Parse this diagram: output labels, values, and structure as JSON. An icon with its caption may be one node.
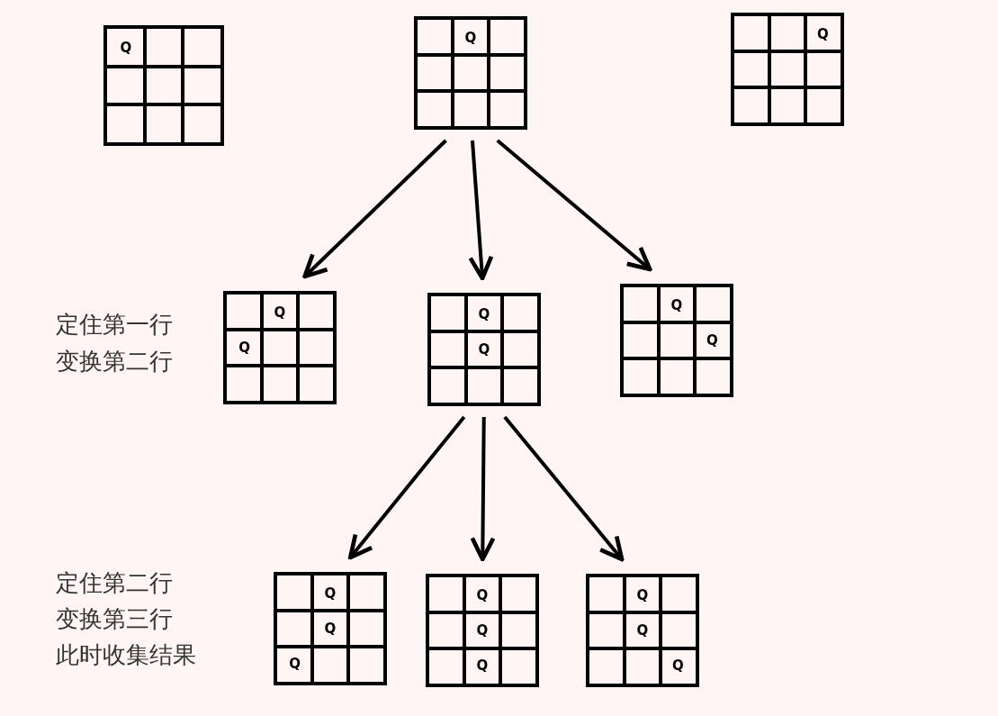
{
  "diagram": {
    "nodes": [
      {
        "text": [
          "Q"
        ]
      },
      {
        "text": [
          "Q"
        ]
      },
      {
        "text": [
          "Q"
        ]
      },
      {
        "text": [
          "Q",
          "Q"
        ]
      },
      {
        "text": [
          "Q",
          "Q"
        ]
      },
      {
        "text": [
          "Q",
          "Q"
        ]
      },
      {
        "text": [
          "Q",
          "Q",
          "Q"
        ]
      },
      {
        "text": [
          "Q",
          "Q",
          "Q"
        ]
      },
      {
        "text": [
          "Q",
          "Q",
          "Q"
        ]
      }
    ],
    "edges": [
      {
        "from": 1,
        "to": 3,
        "arrow": "to"
      },
      {
        "from": 1,
        "to": 4,
        "arrow": "to"
      },
      {
        "from": 1,
        "to": 5,
        "arrow": "to"
      },
      {
        "from": 4,
        "to": 6,
        "arrow": "to"
      },
      {
        "from": 4,
        "to": 7,
        "arrow": "to"
      },
      {
        "from": 4,
        "to": 8,
        "arrow": "to"
      }
    ],
    "labels": [
      "定住第一行",
      "变换第二行",
      "定住第二行",
      "变换第三行",
      "此时收集结果"
    ]
  }
}
